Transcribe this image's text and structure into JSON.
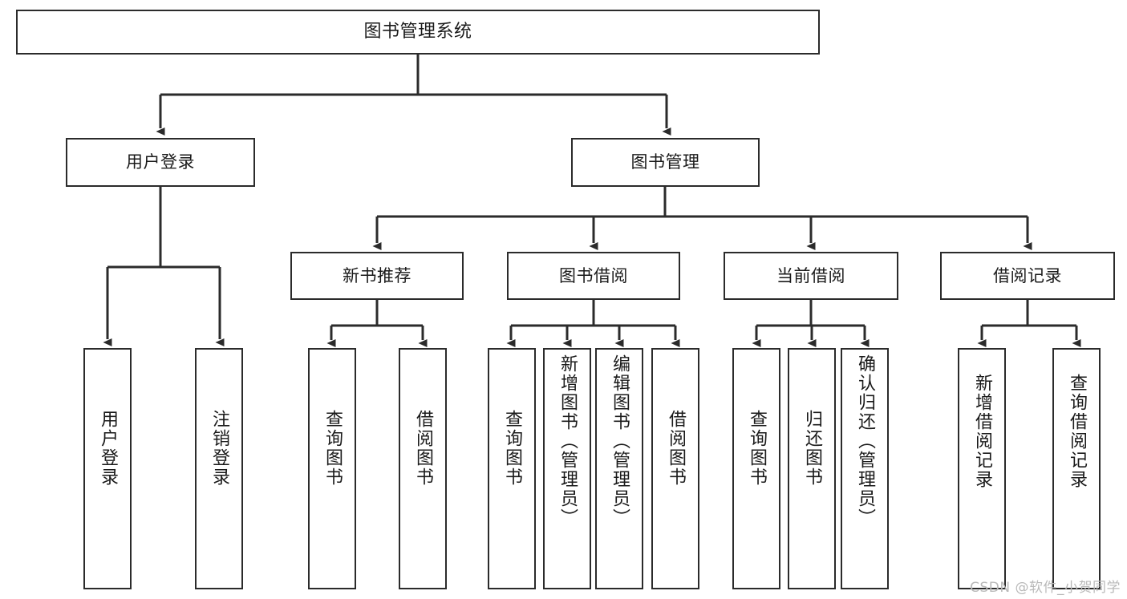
{
  "diagram": {
    "title": "图书管理系统",
    "type": "tree-hierarchy-diagram",
    "colors": {
      "stroke": "#2b2b2b",
      "fill": "#ffffff",
      "text": "#1a1a1a",
      "watermark": "#b9b9b9"
    },
    "nodes": {
      "root": {
        "label": "图书管理系统"
      },
      "level1": [
        {
          "id": "user-login",
          "label": "用户登录"
        },
        {
          "id": "book-management",
          "label": "图书管理"
        }
      ],
      "level2": [
        {
          "id": "new-book-recommend",
          "label": "新书推荐"
        },
        {
          "id": "book-borrow",
          "label": "图书借阅"
        },
        {
          "id": "current-borrow",
          "label": "当前借阅"
        },
        {
          "id": "borrow-record",
          "label": "借阅记录"
        }
      ],
      "leaves": {
        "user_login": [
          {
            "id": "leaf-user-login",
            "label": "用户登录"
          },
          {
            "id": "leaf-logout",
            "label": "注销登录"
          }
        ],
        "new_book_recommend": [
          {
            "id": "leaf-query-book-1",
            "label": "查询图书"
          },
          {
            "id": "leaf-borrow-book-1",
            "label": "借阅图书"
          }
        ],
        "book_borrow": [
          {
            "id": "leaf-query-book-2",
            "label": "查询图书"
          },
          {
            "id": "leaf-add-book",
            "label": "新增图书（管理员）"
          },
          {
            "id": "leaf-edit-book",
            "label": "编辑图书（管理员）"
          },
          {
            "id": "leaf-borrow-book-2",
            "label": "借阅图书"
          }
        ],
        "current_borrow": [
          {
            "id": "leaf-query-book-3",
            "label": "查询图书"
          },
          {
            "id": "leaf-return-book",
            "label": "归还图书"
          },
          {
            "id": "leaf-confirm-return",
            "label": "确认归还（管理员）"
          }
        ],
        "borrow_record": [
          {
            "id": "leaf-add-record",
            "label": "新增借阅记录"
          },
          {
            "id": "leaf-query-record",
            "label": "查询借阅记录"
          }
        ]
      }
    },
    "watermark": "CSDN @软件_小贺同学"
  }
}
